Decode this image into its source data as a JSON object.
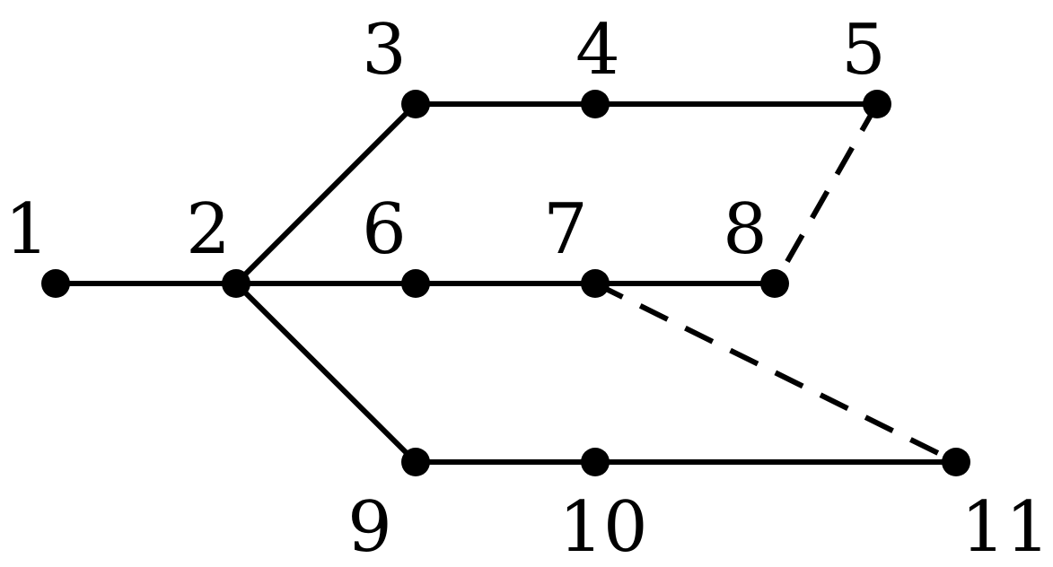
{
  "graph": {
    "nodes": [
      {
        "id": "1",
        "label": "1"
      },
      {
        "id": "2",
        "label": "2"
      },
      {
        "id": "3",
        "label": "3"
      },
      {
        "id": "4",
        "label": "4"
      },
      {
        "id": "5",
        "label": "5"
      },
      {
        "id": "6",
        "label": "6"
      },
      {
        "id": "7",
        "label": "7"
      },
      {
        "id": "8",
        "label": "8"
      },
      {
        "id": "9",
        "label": "9"
      },
      {
        "id": "10",
        "label": "10"
      },
      {
        "id": "11",
        "label": "11"
      }
    ],
    "edges": [
      {
        "from": "1",
        "to": "2",
        "style": "solid"
      },
      {
        "from": "2",
        "to": "3",
        "style": "solid"
      },
      {
        "from": "3",
        "to": "4",
        "style": "solid"
      },
      {
        "from": "4",
        "to": "5",
        "style": "solid"
      },
      {
        "from": "2",
        "to": "6",
        "style": "solid"
      },
      {
        "from": "6",
        "to": "7",
        "style": "solid"
      },
      {
        "from": "7",
        "to": "8",
        "style": "solid"
      },
      {
        "from": "2",
        "to": "9",
        "style": "solid"
      },
      {
        "from": "9",
        "to": "10",
        "style": "solid"
      },
      {
        "from": "10",
        "to": "11",
        "style": "solid"
      },
      {
        "from": "5",
        "to": "8",
        "style": "dashed"
      },
      {
        "from": "7",
        "to": "11",
        "style": "dashed"
      }
    ],
    "colors": {
      "stroke": "#000000",
      "node": "#000000",
      "background": "#ffffff"
    }
  }
}
